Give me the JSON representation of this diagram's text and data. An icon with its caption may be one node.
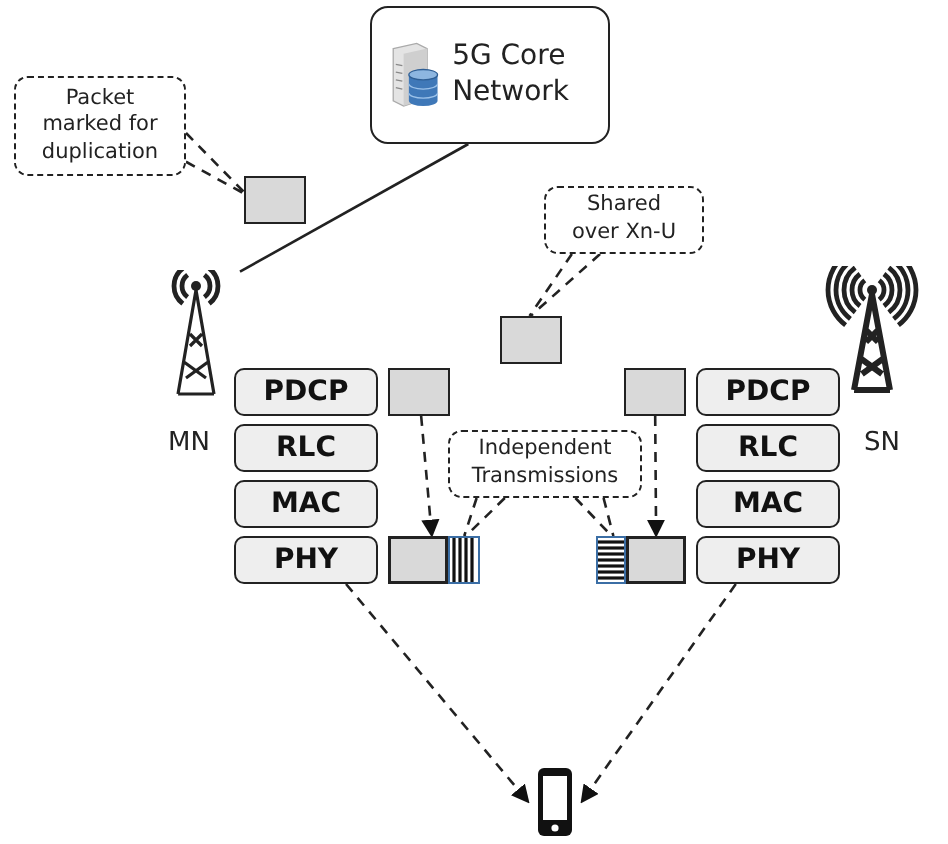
{
  "diagram": {
    "nodes": [
      {
        "text": [
          "5G Core Network"
        ]
      },
      {
        "text": [
          "Packet marked for duplication"
        ]
      },
      {
        "text": [],
        "shape": "box"
      },
      {
        "text": [
          "Shared over Xn-U"
        ]
      },
      {
        "text": [],
        "shape": "tower"
      },
      {
        "text": [],
        "shape": "box"
      },
      {
        "text": [],
        "shape": "tower"
      },
      {
        "text": [
          "PDCP"
        ]
      },
      {
        "text": [
          "RLC"
        ]
      },
      {
        "text": [
          "MAC"
        ]
      },
      {
        "text": [
          "PHY"
        ]
      },
      {
        "text": [],
        "shape": "box"
      },
      {
        "text": [],
        "shape": "box"
      },
      {
        "text": [
          "PDCP"
        ]
      },
      {
        "text": [
          "RLC"
        ]
      },
      {
        "text": [
          "MAC"
        ]
      },
      {
        "text": [
          "PHY"
        ]
      },
      {
        "text": [
          "Independent Transmissions"
        ]
      },
      {
        "text": [],
        "shape": "box"
      },
      {
        "text": [],
        "shape": "box"
      },
      {
        "text": [],
        "shape": "phone"
      }
    ],
    "labels": [
      "MN",
      "SN"
    ],
    "edges": [
      {
        "from": 0,
        "to": 4,
        "arrow": "none"
      },
      {
        "from": 1,
        "to": 2,
        "arrow": "none",
        "style": "dashed"
      },
      {
        "from": 3,
        "to": 5,
        "arrow": "none",
        "style": "dashed"
      },
      {
        "from": 11,
        "to": 18,
        "arrow": "to",
        "style": "dashed"
      },
      {
        "from": 12,
        "to": 19,
        "arrow": "to",
        "style": "dashed"
      },
      {
        "from": 17,
        "to": 18,
        "arrow": "none",
        "style": "dashed"
      },
      {
        "from": 17,
        "to": 19,
        "arrow": "none",
        "style": "dashed"
      },
      {
        "from": 10,
        "to": 20,
        "arrow": "to",
        "style": "dashed"
      },
      {
        "from": 16,
        "to": 20,
        "arrow": "to",
        "style": "dashed"
      }
    ]
  }
}
